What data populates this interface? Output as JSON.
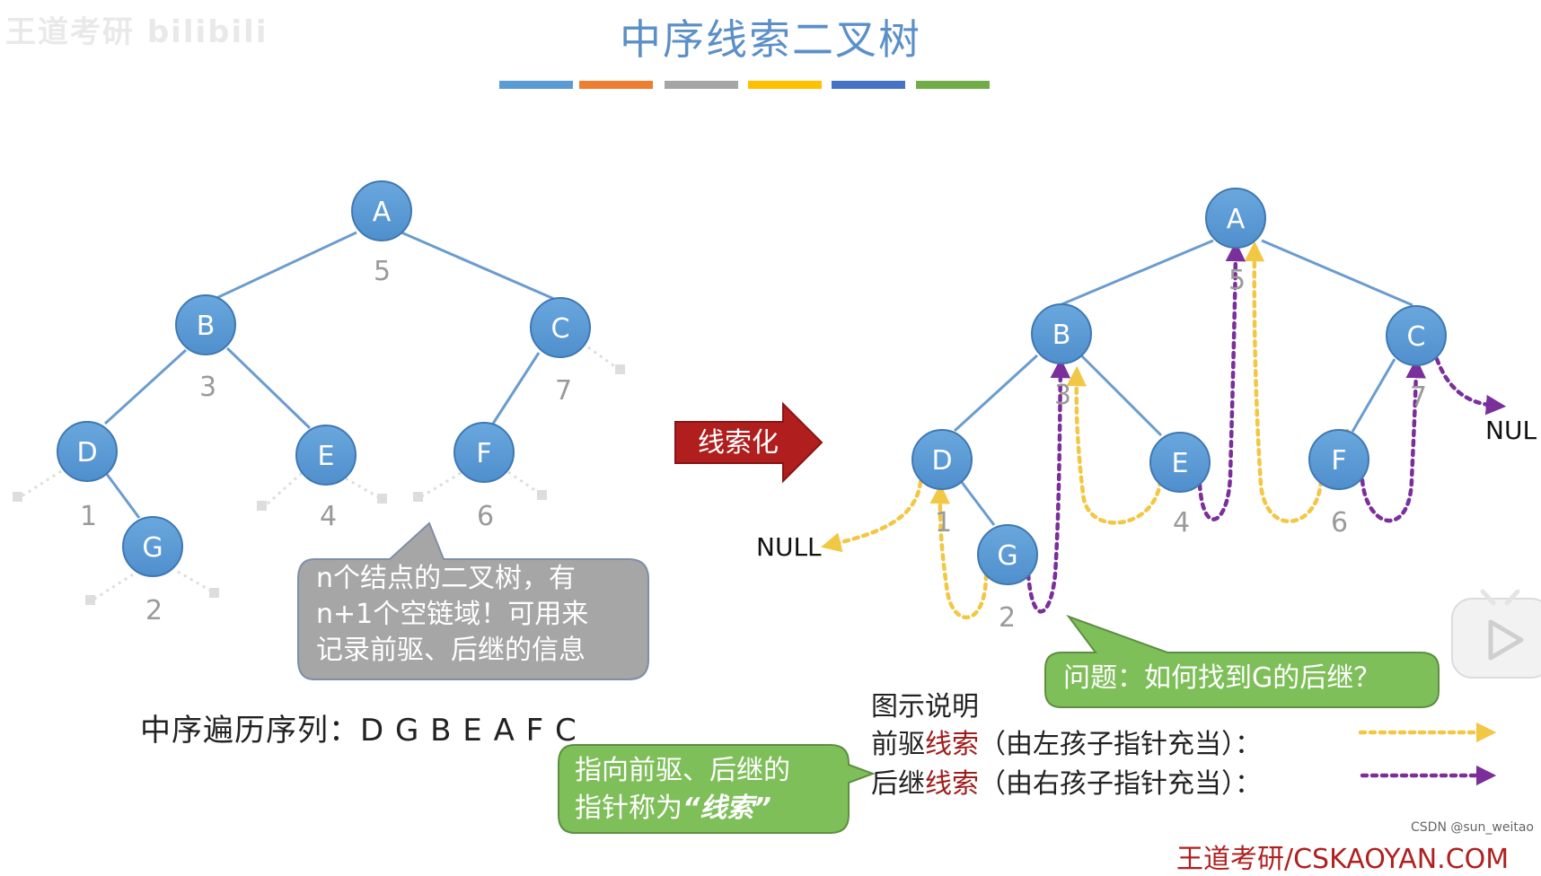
{
  "watermark": "王道考研 bilibili",
  "title": "中序线索二叉树",
  "colors": {
    "title": "#5b8fc7",
    "node_fill": "#5b9bd5",
    "edge": "#6a9ccf",
    "order_label": "#999999",
    "prev_thread": "#f2c744",
    "next_thread": "#7a2f9a",
    "arrow_fill": "#b01e1e",
    "gray_bubble": "#a6a6a6",
    "green_bubble": "#7fbf5a"
  },
  "title_bar_colors": [
    "#5b9bd5",
    "#ed7d31",
    "#a5a5a5",
    "#ffc000",
    "#4472c4",
    "#70ad47"
  ],
  "left_tree": {
    "nodes": [
      {
        "id": "A",
        "order": "5"
      },
      {
        "id": "B",
        "order": "3"
      },
      {
        "id": "C",
        "order": "7"
      },
      {
        "id": "D",
        "order": "1"
      },
      {
        "id": "E",
        "order": "4"
      },
      {
        "id": "F",
        "order": "6"
      },
      {
        "id": "G",
        "order": "2"
      }
    ]
  },
  "right_tree": {
    "nodes": [
      {
        "id": "A",
        "order": "5"
      },
      {
        "id": "B",
        "order": "3"
      },
      {
        "id": "C",
        "order": "7"
      },
      {
        "id": "D",
        "order": "1"
      },
      {
        "id": "E",
        "order": "4"
      },
      {
        "id": "F",
        "order": "6"
      },
      {
        "id": "G",
        "order": "2"
      }
    ],
    "null_left": "NULL",
    "null_right": "NUL"
  },
  "arrow_label": "线索化",
  "gray_bubble": [
    "n个结点的二叉树，有",
    "n+1个空链域！可用来",
    "记录前驱、后继的信息"
  ],
  "green_bubble_question": "问题：如何找到G的后继？",
  "green_bubble_def": {
    "line1": "指向前驱、后继的",
    "line2_plain": "指针称为",
    "line2_emph": "“线索”"
  },
  "legend": {
    "title": "图示说明",
    "prev_word": "前驱",
    "next_word": "后继",
    "thread_word": "线索",
    "prev_note": "（由左孩子指针充当）：",
    "next_note": "（由右孩子指针充当）："
  },
  "sequence": {
    "label": "中序遍历序列：",
    "value": "D G B E A F C"
  },
  "footer": "王道考研/CSKAOYAN.COM",
  "credit": "CSDN @sun_weitao",
  "icons": {
    "play": "play-icon"
  }
}
